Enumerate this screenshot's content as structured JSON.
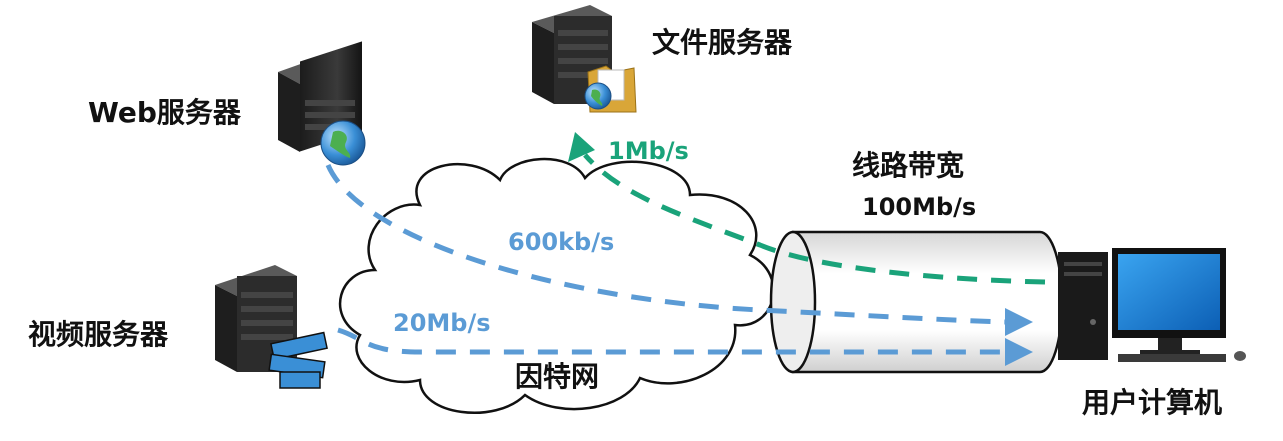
{
  "labels": {
    "web_server": "Web服务器",
    "file_server": "文件服务器",
    "video_server": "视频服务器",
    "user_computer": "用户计算机",
    "internet": "因特网",
    "bandwidth_title": "线路带宽",
    "bandwidth_value": "100Mb/s",
    "rate_file": "1Mb/s",
    "rate_web": "600kb/s",
    "rate_video": "20Mb/s"
  },
  "colors": {
    "blue_flow": "#5b9bd5",
    "green_flow": "#1aa37a",
    "server_body": "#2b2b2b",
    "text": "#111111"
  },
  "icons": {
    "web_server": "server-globe-icon",
    "file_server": "server-folder-icon",
    "video_server": "server-film-icon",
    "user_computer": "desktop-computer-icon"
  }
}
